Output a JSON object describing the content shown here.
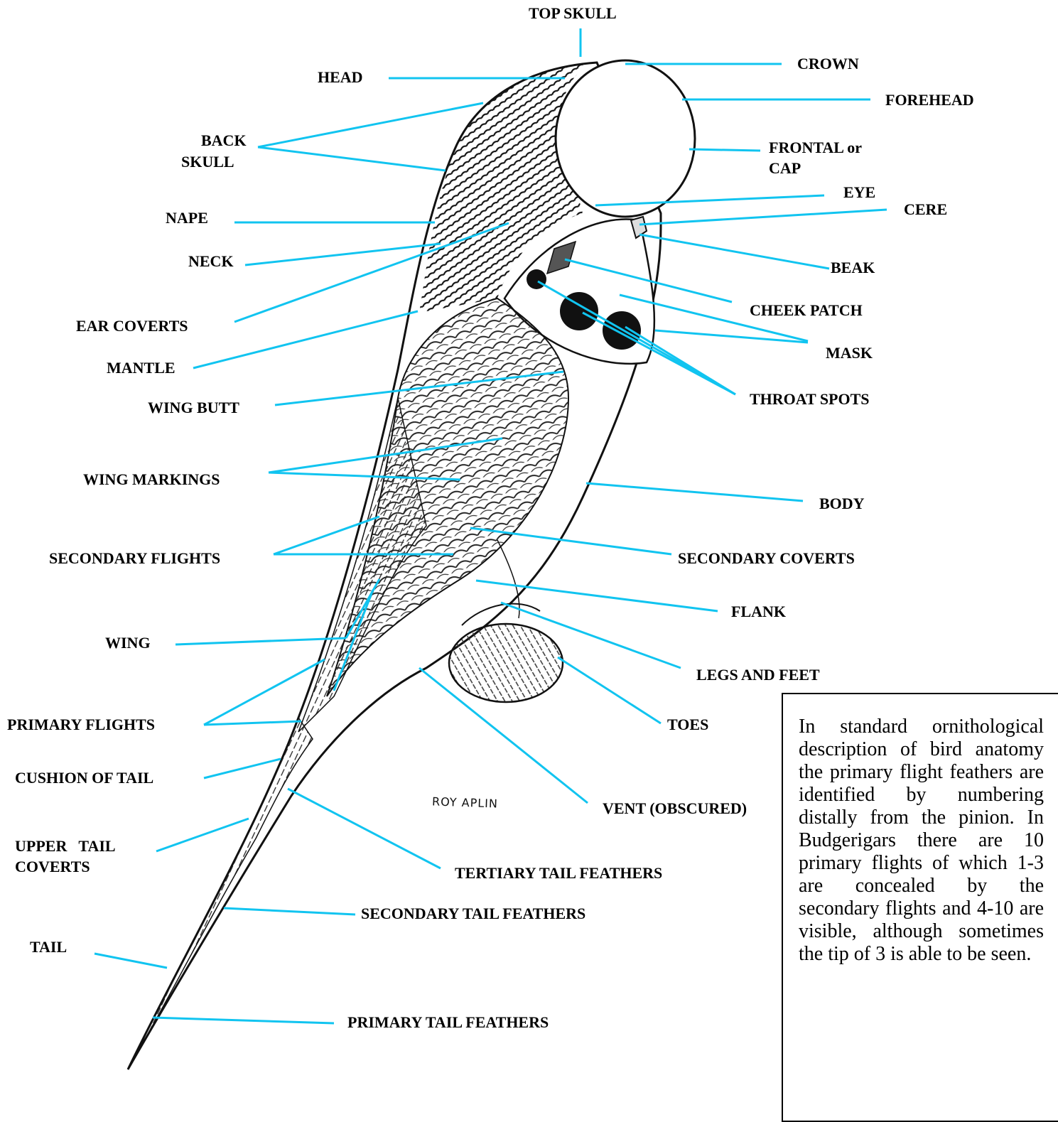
{
  "colors": {
    "leader_line": "#11c4f0",
    "ink": "#000000",
    "background": "#ffffff"
  },
  "labels": {
    "top_skull": "TOP SKULL",
    "head": "HEAD",
    "crown": "CROWN",
    "forehead": "FOREHEAD",
    "back": "BACK",
    "skull": "SKULL",
    "frontal_or": "FRONTAL  or",
    "cap": "CAP",
    "eye": "EYE",
    "cere": "CERE",
    "nape": "NAPE",
    "neck": "NECK",
    "beak": "BEAK",
    "cheek_patch": "CHEEK PATCH",
    "ear_coverts": "EAR COVERTS",
    "mask": "MASK",
    "mantle": "MANTLE",
    "throat_spots": "THROAT SPOTS",
    "wing_butt": "WING BUTT",
    "wing_markings": "WING MARKINGS",
    "body": "BODY",
    "secondary_flights": "SECONDARY FLIGHTS",
    "secondary_coverts": "SECONDARY COVERTS",
    "flank": "FLANK",
    "wing": "WING",
    "legs_and_feet": "LEGS AND FEET",
    "primary_flights": "PRIMARY FLIGHTS",
    "toes": "TOES",
    "cushion_of_tail": "CUSHION OF TAIL",
    "vent": "VENT (OBSCURED)",
    "upper_tail": "UPPER   TAIL",
    "coverts": "COVERTS",
    "tertiary_tail_feathers": "TERTIARY TAIL FEATHERS",
    "secondary_tail_feathers": "SECONDARY TAIL FEATHERS",
    "tail": "TAIL",
    "primary_tail_feathers": "PRIMARY TAIL FEATHERS"
  },
  "signature": "ROY APLIN",
  "note": "In standard ornithological description of bird anatomy the primary flight feathers are identified by numbering distally from the pinion. In Budgerigars there are 10 primary flights of which 1-3 are concealed by the secondary flights and 4-10 are visible, although sometimes the tip of 3 is able to be seen."
}
